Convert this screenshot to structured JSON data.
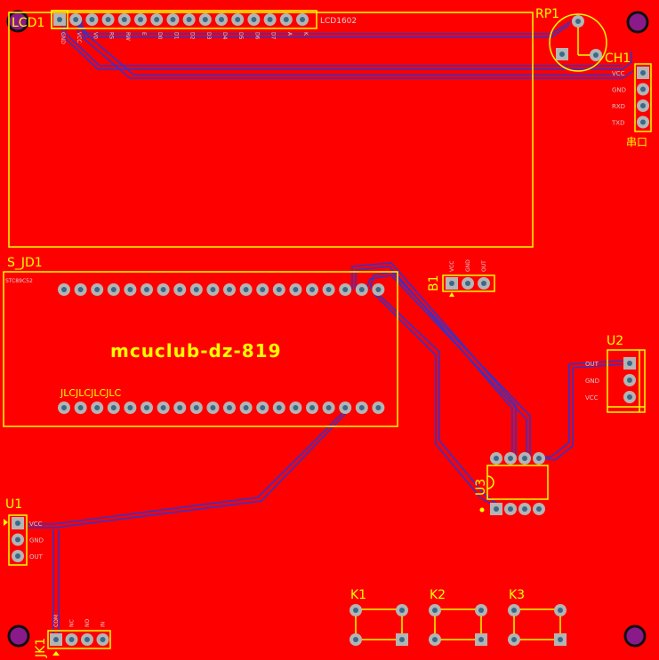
{
  "colors": {
    "board": "#ff0000",
    "silk": "#ffff00",
    "trace": "#3333cc",
    "pad_outer": "#b4b4b4",
    "pad_inner": "#3a6a8a",
    "corner_hole": "#8a1a8a"
  },
  "lcd": {
    "ref": "LCD1",
    "model": "LCD1602",
    "pins": [
      "GND",
      "VCC",
      "V0",
      "RS",
      "RW",
      "E",
      "D0",
      "D1",
      "D2",
      "D3",
      "D4",
      "D5",
      "D6",
      "D7",
      "A",
      "K"
    ]
  },
  "rp1": {
    "ref": "RP1"
  },
  "ch1": {
    "ref": "CH1",
    "pins": [
      "VCC",
      "GND",
      "RXD",
      "TXD"
    ],
    "subtitle": "串口"
  },
  "sjd1": {
    "ref": "S_JD1",
    "subtitle": "STC89C52",
    "brand": "mcuclub-dz-819",
    "marker": "JLCJLCJLCJLC"
  },
  "b1": {
    "ref": "B1",
    "pins": [
      "VCC",
      "GND",
      "OUT"
    ]
  },
  "u2": {
    "ref": "U2",
    "pins": [
      "OUT",
      "GND",
      "VCC"
    ]
  },
  "u3": {
    "ref": "U3"
  },
  "u1": {
    "ref": "U1",
    "pins": [
      "VCC",
      "GND",
      "OUT"
    ]
  },
  "jk1": {
    "ref": "JK1",
    "pins": [
      "COM",
      "NC",
      "NO",
      "IN"
    ]
  },
  "keys": {
    "k1": "K1",
    "k2": "K2",
    "k3": "K3"
  }
}
